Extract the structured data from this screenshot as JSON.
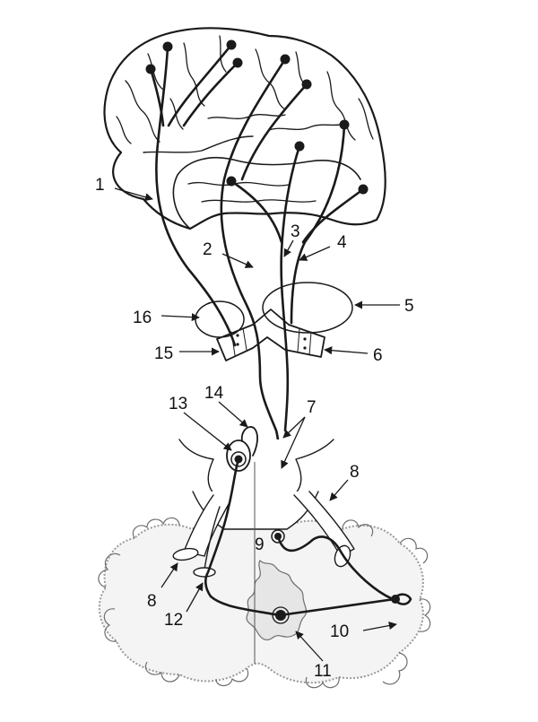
{
  "labels": [
    "1",
    "2",
    "3",
    "4",
    "5",
    "6",
    "7",
    "8",
    "8",
    "9",
    "10",
    "11",
    "12",
    "13",
    "14",
    "15",
    "16"
  ],
  "colors": {
    "ink": "#1a1a1a",
    "paper": "#ffffff",
    "shade": "#bdbdbd"
  }
}
